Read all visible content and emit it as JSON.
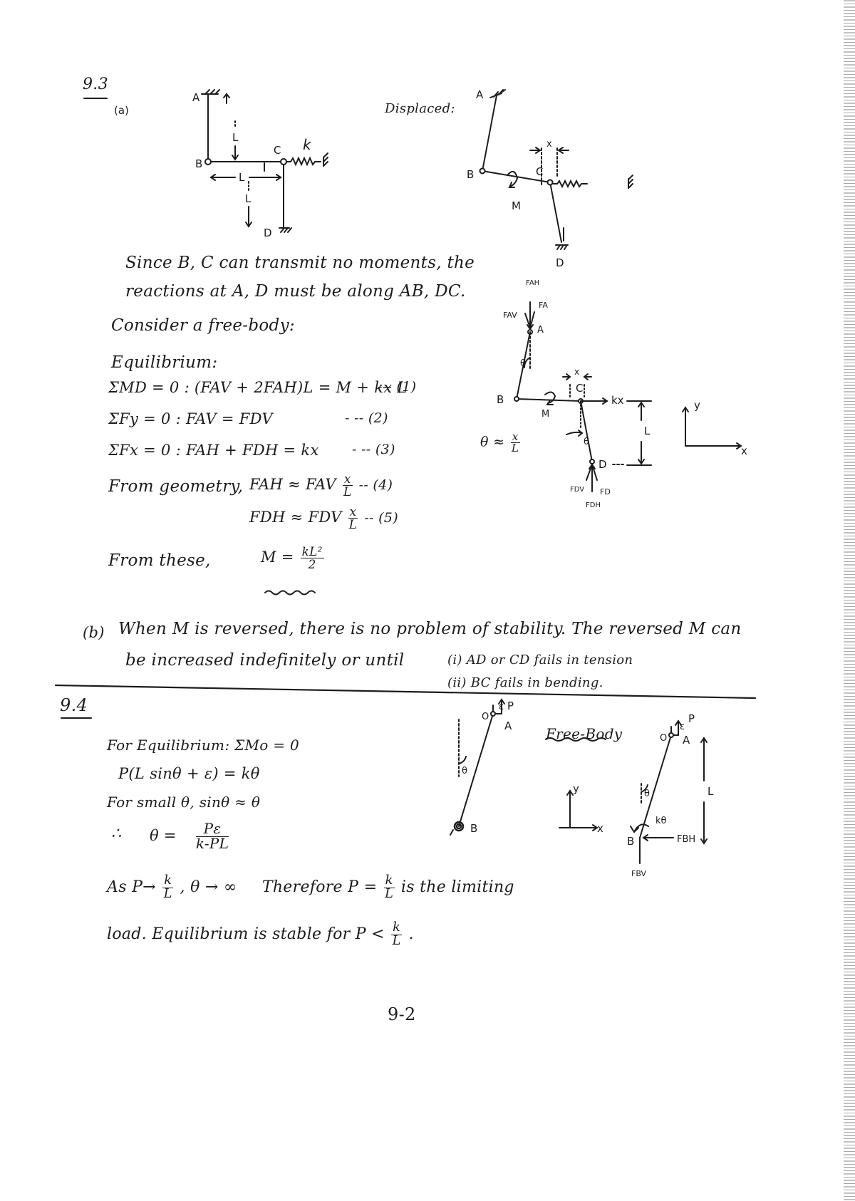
{
  "p93": {
    "number": "9.3",
    "part_a": "(a)",
    "displaced_label": "Displaced:",
    "fig1": {
      "A": "A",
      "B": "B",
      "C": "C",
      "D": "D",
      "k": "k",
      "L1": "L",
      "L2": "L",
      "L3": "L"
    },
    "fig2": {
      "A": "A",
      "B": "B",
      "C": "C",
      "D": "D",
      "M": "M",
      "x": "x"
    },
    "fig3": {
      "FAH": "FAH",
      "FAV": "FAV",
      "FA": "FA",
      "A": "A",
      "theta": "θ",
      "x": "x",
      "B": "B",
      "C": "C",
      "M": "M",
      "kx": "kx",
      "L": "L",
      "theta2": "θ",
      "D": "D",
      "FDV": "FDV",
      "FD": "FD",
      "FDH": "FDH",
      "y": "y",
      "xaxis": "x"
    },
    "theta_approx": "θ ≈",
    "theta_num": "x",
    "theta_den": "L",
    "text1": "Since B, C can transmit no moments, the",
    "text2": "reactions at A, D must be along AB, DC.",
    "text3": "Consider a free-body:",
    "equilibrium": "Equilibrium:",
    "eq1": "ΣMD = 0 : (FAV + 2FAH)L = M + kx L",
    "eq1_no": "--- (1)",
    "eq2": "ΣFy = 0 :  FAV = FDV",
    "eq2_no": "- -- (2)",
    "eq3": "ΣFx = 0 :  FAH + FDH = kx",
    "eq3_no": "- -- (3)",
    "geom_lead": "From geometry,",
    "eq4_lhs": "FAH ≈ FAV",
    "eq4_no": "-- (4)",
    "eq5_lhs": "FDH ≈ FDV",
    "eq5_no": "-- (5)",
    "frac_num": "x",
    "frac_den": "L",
    "from_these": "From these,",
    "result_lhs": "M =",
    "result_num": "kL²",
    "result_den": "2",
    "part_b_label": "(b)",
    "b1": "When M is reversed, there is no problem of stability. The reversed M can",
    "b2": "be increased indefinitely or until",
    "b3": "(i) AD or CD fails in tension",
    "b4": "(ii) BC fails in bending."
  },
  "p94": {
    "number": "9.4",
    "eq_title": "For Equilibrium:  ΣMo = 0",
    "eq1": "P(L sinθ + ε) = kθ",
    "small": "For small θ,  sinθ ≈ θ",
    "therefore": "∴",
    "theta_lhs": "θ  =",
    "theta_num": "Pε",
    "theta_den": "k-PL",
    "as_p": "As P→",
    "k_num": "k",
    "k_den": "L",
    "theta_inf": ", θ → ∞",
    "therefore_p": "Therefore P =",
    "limiting": "is the limiting",
    "load": "load. Equilibrium is stable for  P <",
    "period": ".",
    "free_body": "Free-Body",
    "figL": {
      "e": "ε",
      "P": "P",
      "O": "O",
      "A": "A",
      "theta": "θ",
      "B": "B"
    },
    "figR": {
      "e": "ε",
      "P": "P",
      "O": "O",
      "A": "A",
      "theta": "θ",
      "ktheta": "kθ",
      "B": "B",
      "FBH": "FBH",
      "FBV": "FBV",
      "L": "L",
      "y": "y",
      "x": "x"
    }
  },
  "page_number": "9-2"
}
